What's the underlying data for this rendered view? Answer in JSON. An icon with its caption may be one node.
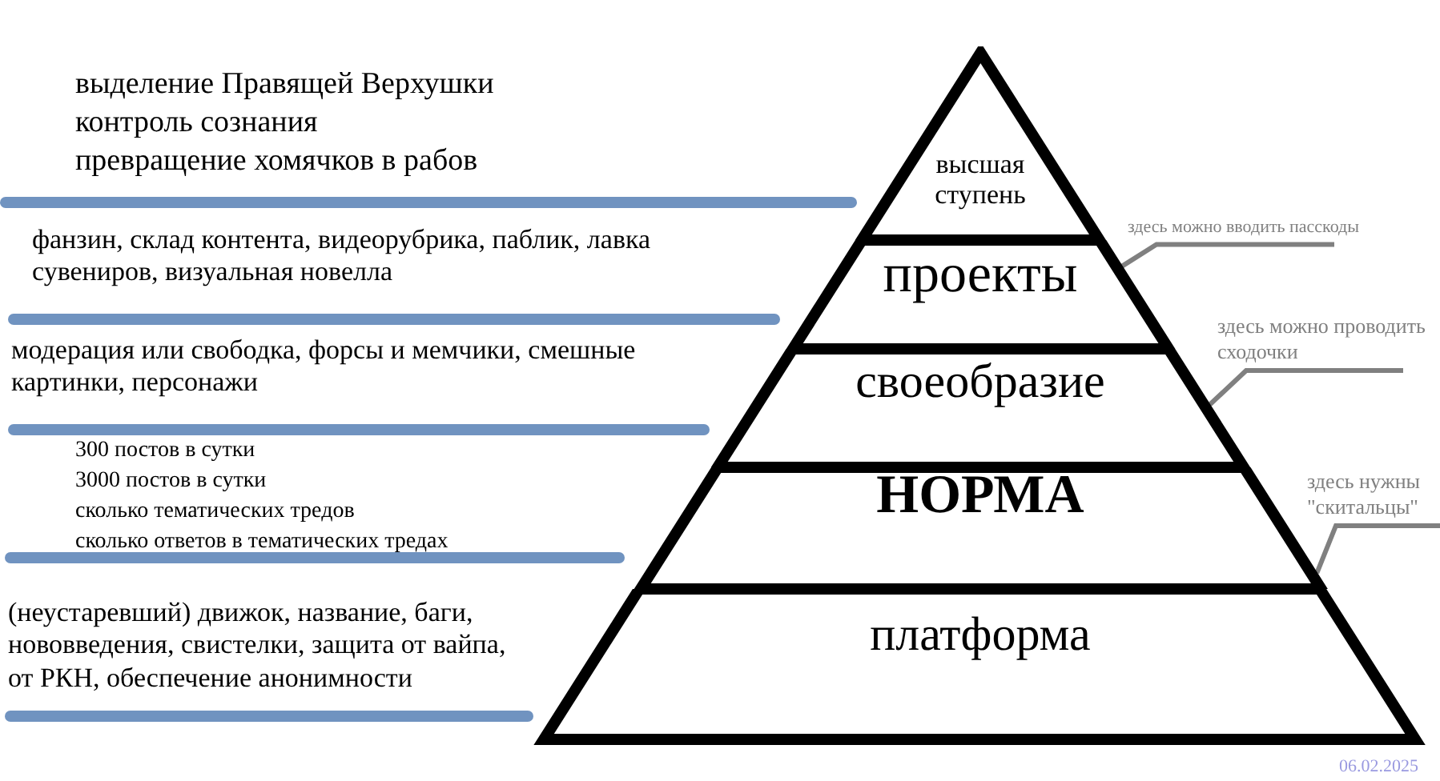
{
  "diagram": {
    "nodes": [
      {
        "text": [
          "высшая ступень"
        ]
      },
      {
        "text": [
          "проекты"
        ]
      },
      {
        "text": [
          "своеобразие"
        ]
      },
      {
        "text": [
          "НОРМА"
        ]
      },
      {
        "text": [
          "платформа"
        ]
      },
      {
        "text": [
          "здесь можно вводить пасскоды"
        ]
      },
      {
        "text": [
          "здесь можно проводить сходочки"
        ]
      },
      {
        "text": [
          "здесь нужны \"скитальцы\""
        ]
      }
    ],
    "edges": [
      {
        "from": 5,
        "to": 1,
        "arrow": "none"
      },
      {
        "from": 6,
        "to": 2,
        "arrow": "none"
      },
      {
        "from": 7,
        "to": 3,
        "arrow": "none"
      }
    ],
    "labels": [
      "выделение Правящей Верхушки",
      "контроль сознания",
      "превращение хомячков в рабов",
      "фанзин, склад контента, видеорубрика, паблик, лавка сувениров, визуальная новелла",
      "модерация или свободка, форсы и мемчики, смешные картинки, персонажи",
      "300 постов в сутки",
      "3000 постов в сутки",
      "сколько тематических тредов",
      "сколько ответов в тематических тредах",
      "(неустаревший) движок, название, баги, нововведения, свистелки, защита от вайпа, от РКН, обеспечение анонимности",
      "06.02.2025"
    ]
  }
}
